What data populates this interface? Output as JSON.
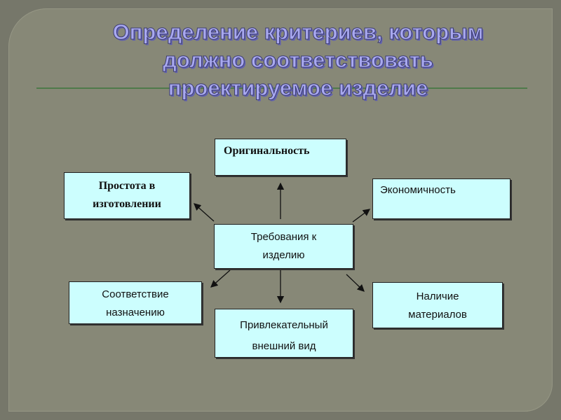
{
  "title": {
    "line1": "Определение критериев, которым",
    "line2": "должно соответствовать",
    "line3": "проектируемое изделие"
  },
  "diagram": {
    "center": {
      "line1": "Требования к",
      "line2": "изделию"
    },
    "originality": "Оригинальность",
    "simplicity": {
      "line1": "Простота в",
      "line2": "изготовлении"
    },
    "economy": "Экономичность",
    "purpose": {
      "line1": "Соответствие",
      "line2": "назначению"
    },
    "appearance": {
      "line1": "Привлекательный",
      "line2": "внешний вид"
    },
    "materials": {
      "line1": "Наличие",
      "line2": "материалов"
    }
  }
}
